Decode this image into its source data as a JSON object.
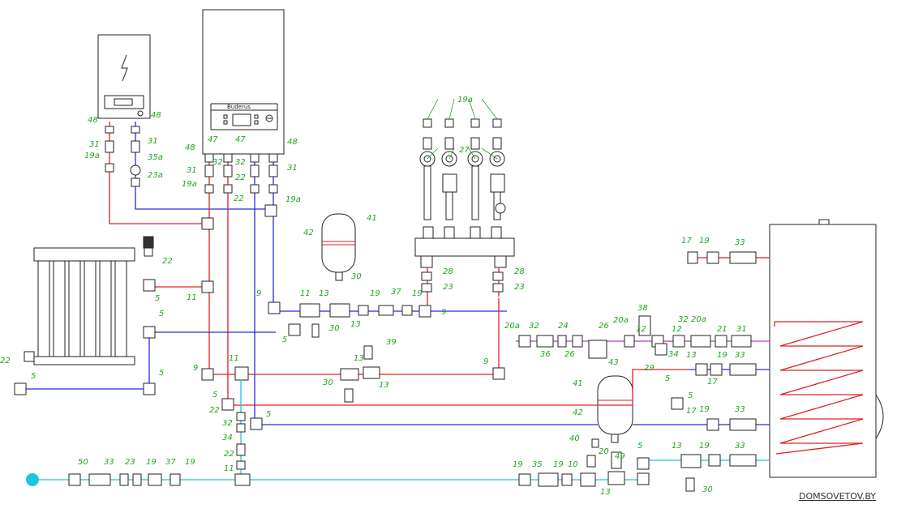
{
  "brand_label": "Buderus",
  "watermark": "DOMSOVETOV.BY",
  "labels": {
    "l48a": "48",
    "l48b": "48",
    "l31a": "31",
    "l31b": "31",
    "l19a1": "19a",
    "l35a": "35a",
    "l23a": "23a",
    "l48c": "48",
    "l47a": "47",
    "l47b": "47",
    "l48d": "48",
    "l31c": "31",
    "l32a": "32",
    "l32b": "32",
    "l31d": "31",
    "l19a2": "19a",
    "l22a": "22",
    "l22b": "22",
    "l19a3": "19a",
    "l19a4": "19a",
    "l27": "27",
    "l42a": "42",
    "l41a": "41",
    "l30a": "30",
    "l30b": "30",
    "l22c": "22",
    "l5a": "5",
    "l11a": "11",
    "l5b": "5",
    "l22d": "22",
    "l5c": "5",
    "l5d": "5",
    "l9a": "9",
    "l11b": "11",
    "l13a": "13",
    "l13b": "13",
    "l19a": "19",
    "l37a": "37",
    "l19b": "19",
    "l9b": "9",
    "l5e": "5",
    "l28a": "28",
    "l23b": "23",
    "l28b": "28",
    "l23c": "23",
    "l9c": "9",
    "l11c": "11",
    "l13c": "13",
    "l39": "39",
    "l13d": "13",
    "l30c": "30",
    "l9d": "9",
    "l5f": "5",
    "l22e": "22",
    "l5g": "5",
    "l32c": "32",
    "l34a": "34",
    "l22f": "22",
    "l11d": "11",
    "l17a": "17",
    "l19c": "19",
    "l33a": "33",
    "l20aa": "20a",
    "l32d": "32",
    "l24": "24",
    "l36": "36",
    "l26a": "26",
    "l26b": "26",
    "l20ab": "20a",
    "l38": "38",
    "l32e": "32",
    "l20ac": "20a",
    "l12a": "12",
    "l12b": "12",
    "l21": "21",
    "l31e": "31",
    "l43": "43",
    "l34b": "34",
    "l29": "29",
    "l5h": "5",
    "l13e": "13",
    "l19d": "19",
    "l17b": "17",
    "l33b": "33",
    "l41b": "41",
    "l42b": "42",
    "l5i": "5",
    "l17c": "17",
    "l19e": "19",
    "l33c": "33",
    "l40": "40",
    "l20": "20",
    "l49": "49",
    "l5j": "5",
    "l13f": "13",
    "l19f": "19",
    "l33d": "33",
    "l30d": "30",
    "l19g": "19",
    "l35b": "35",
    "l19h": "19",
    "l10": "10",
    "l13g": "13",
    "l50": "50",
    "l33e": "33",
    "l23d": "23",
    "l19i": "19",
    "l37b": "37",
    "l19j": "19"
  }
}
